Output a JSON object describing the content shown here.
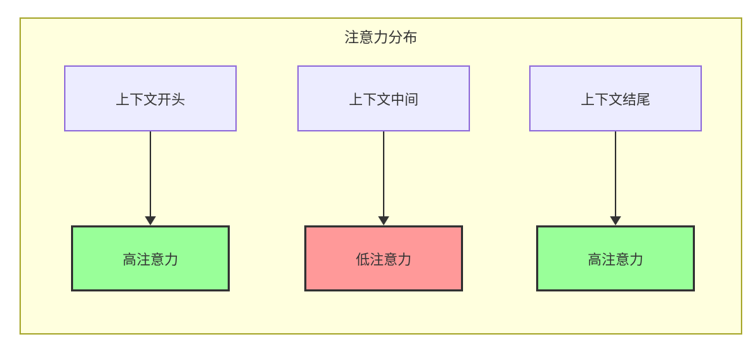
{
  "diagram": {
    "title": "注意力分布",
    "columns": [
      {
        "top": {
          "label": "上下文开头"
        },
        "bottom": {
          "label": "高注意力",
          "state": "high"
        }
      },
      {
        "top": {
          "label": "上下文中间"
        },
        "bottom": {
          "label": "低注意力",
          "state": "low"
        }
      },
      {
        "top": {
          "label": "上下文结尾"
        },
        "bottom": {
          "label": "高注意力",
          "state": "high"
        }
      }
    ],
    "colors": {
      "cluster_background": "#ffffde",
      "cluster_border": "#aaaa33",
      "context_node_background": "#ececff",
      "context_node_border": "#9370db",
      "high_attention_background": "#99ff99",
      "low_attention_background": "#ff9999",
      "result_node_border": "#333333",
      "arrow": "#333333",
      "text": "#333333"
    }
  }
}
